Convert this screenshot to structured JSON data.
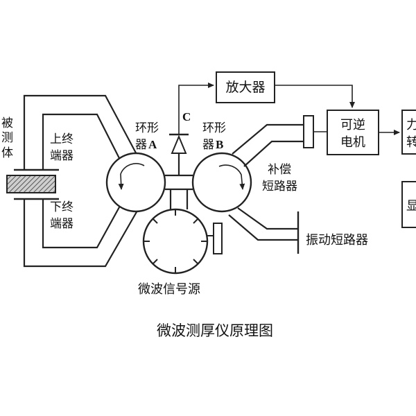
{
  "diagram": {
    "caption": "微波测厚仪原理图",
    "object_label": [
      "被",
      "测",
      "体"
    ],
    "upper_terminator": [
      "上终",
      "端器"
    ],
    "lower_terminator": [
      "下终",
      "端器"
    ],
    "circulator_a": {
      "line1": "环形",
      "line2": "器",
      "letter": "A"
    },
    "circulator_b": {
      "line1": "环形",
      "line2": "器",
      "letter": "B"
    },
    "detector_letter": "C",
    "amplifier": "放大器",
    "reversible_motor": [
      "可逆",
      "电机"
    ],
    "right_box_top_partial": [
      "力",
      "转"
    ],
    "right_box_bottom_partial": "显",
    "compensation_shorter": [
      "补偿",
      "短路器"
    ],
    "vibration_shorter": "振动短路器",
    "microwave_source": "微波信号源"
  }
}
